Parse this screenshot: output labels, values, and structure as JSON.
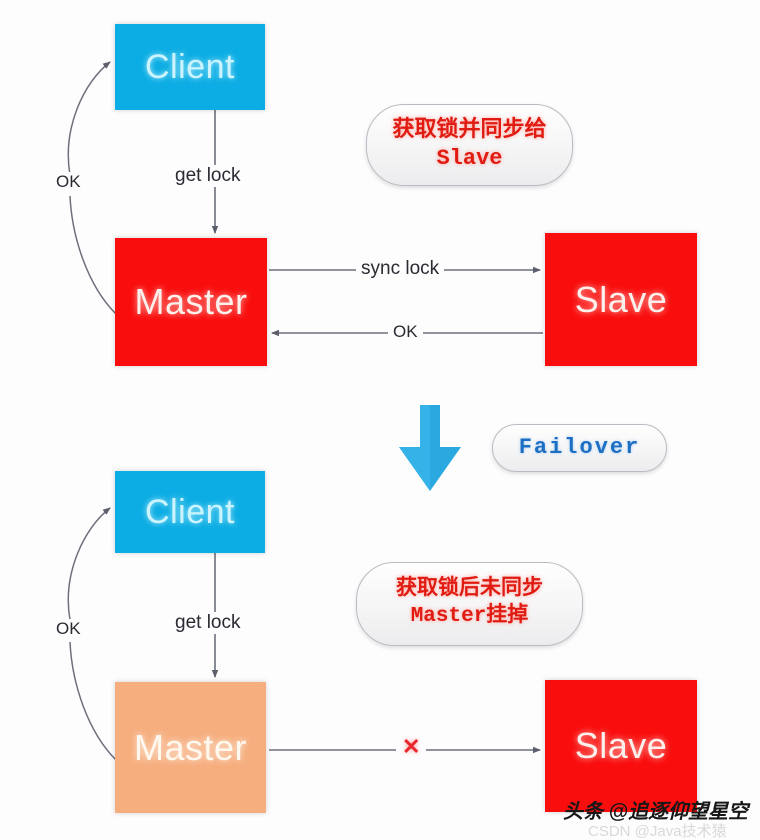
{
  "diagram": {
    "title": "Redlock master-slave failover diagram",
    "background_color": "#fdfdfe",
    "sections": {
      "top": {
        "name": "normal-lock-sync-flow",
        "nodes": {
          "client": {
            "label": "Client",
            "color": "#0cade4"
          },
          "master": {
            "label": "Master",
            "color": "#f90d0d"
          },
          "slave": {
            "label": "Slave",
            "color": "#f90d0d"
          }
        },
        "edges": {
          "client_to_master": "get lock",
          "master_to_client": "OK",
          "master_to_slave": "sync lock",
          "slave_to_master": "OK"
        },
        "callout": {
          "line1": "获取锁并同步给",
          "line2": "Slave",
          "color": "#e01b12"
        }
      },
      "transition": {
        "arrow_icon": "down-arrow-icon",
        "arrow_color": "#29a9e0",
        "callout": {
          "label": "Failover",
          "color": "#1d6fc4"
        }
      },
      "bottom": {
        "name": "failed-lock-sync-flow",
        "nodes": {
          "client": {
            "label": "Client",
            "color": "#0cade4"
          },
          "master": {
            "label": "Master",
            "color": "#f6ae7e"
          },
          "slave": {
            "label": "Slave",
            "color": "#f90d0d"
          }
        },
        "edges": {
          "client_to_master": "get lock",
          "master_to_client": "OK",
          "master_to_slave_broken": "✕"
        },
        "callout": {
          "line1": "获取锁后未同步",
          "line2": "Master挂掉",
          "color": "#e01b12"
        }
      }
    },
    "watermarks": {
      "toutiao": "头条 @追逐仰望星空",
      "csdn": "CSDN @Java技术猿"
    }
  }
}
